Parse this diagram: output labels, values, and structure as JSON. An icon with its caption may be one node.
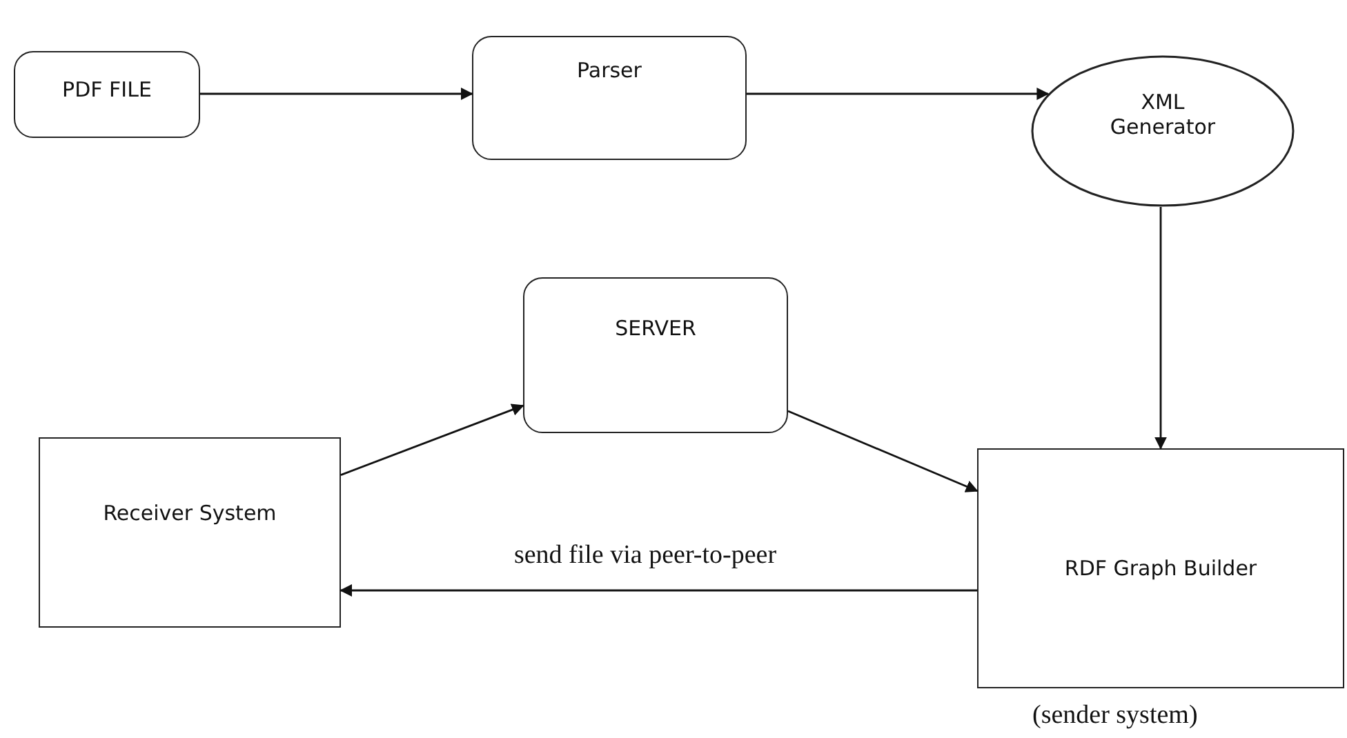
{
  "diagram": {
    "nodes": [
      {
        "text": [
          "PDF FILE"
        ]
      },
      {
        "text": [
          "Parser"
        ]
      },
      {
        "text": [
          "XML Generator"
        ]
      },
      {
        "text": [
          "SERVER"
        ]
      },
      {
        "text": [
          "Receiver System"
        ]
      },
      {
        "text": [
          "RDF Graph Builder"
        ],
        "beside": [
          "(sender system)"
        ]
      }
    ],
    "edges": [
      {
        "from": 0,
        "to": 1,
        "arrow": "to"
      },
      {
        "from": 1,
        "to": 2,
        "arrow": "to"
      },
      {
        "from": 2,
        "to": 5,
        "arrow": "to"
      },
      {
        "from": 4,
        "to": 3,
        "arrow": "to"
      },
      {
        "from": 3,
        "to": 5,
        "arrow": "to"
      },
      {
        "from": 5,
        "to": 4,
        "arrow": "to",
        "label": "send file via peer-to-peer"
      }
    ]
  }
}
